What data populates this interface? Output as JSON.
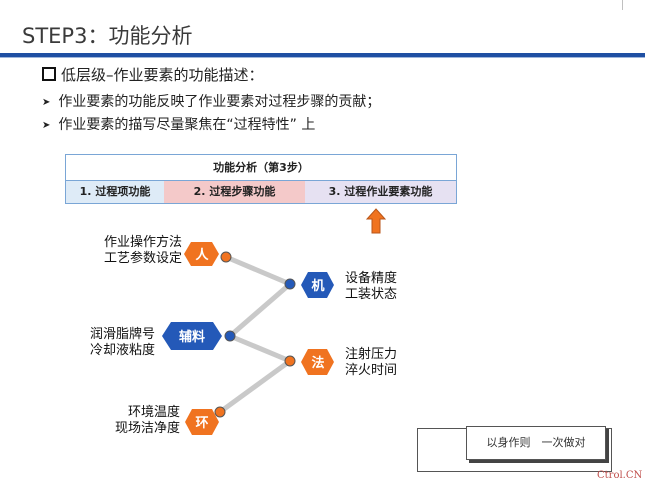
{
  "slide": {
    "title": "STEP3：功能分析",
    "heading": "低层级–作业要素的功能描述：",
    "bullets": [
      "作业要素的功能反映了作业要素对过程步骤的贡献；",
      "作业要素的描写尽量聚焦在“过程特性” 上"
    ]
  },
  "table": {
    "header": "功能分析（第3步）",
    "columns": [
      "1. 过程项功能",
      "2. 过程步骤功能",
      "3. 过程作业要素功能"
    ]
  },
  "diagram": {
    "nodes": {
      "ren": "人",
      "fuliao": "辅料",
      "huan": "环",
      "ji": "机",
      "fa": "法"
    },
    "labels": {
      "ren": [
        "作业操作方法",
        "工艺参数设定"
      ],
      "fuliao": [
        "润滑脂牌号",
        "冷却液粘度"
      ],
      "huan": [
        "环境温度",
        "现场洁净度"
      ],
      "ji": [
        "设备精度",
        "工装状态"
      ],
      "fa": [
        "注射压力",
        "淬火时间"
      ]
    }
  },
  "stamp": "以身作则　一次做对",
  "watermark": "Ctrol.CN",
  "colors": {
    "orange": "#f07320",
    "blue": "#2459b8",
    "titlebar": "#1f4fa3"
  }
}
